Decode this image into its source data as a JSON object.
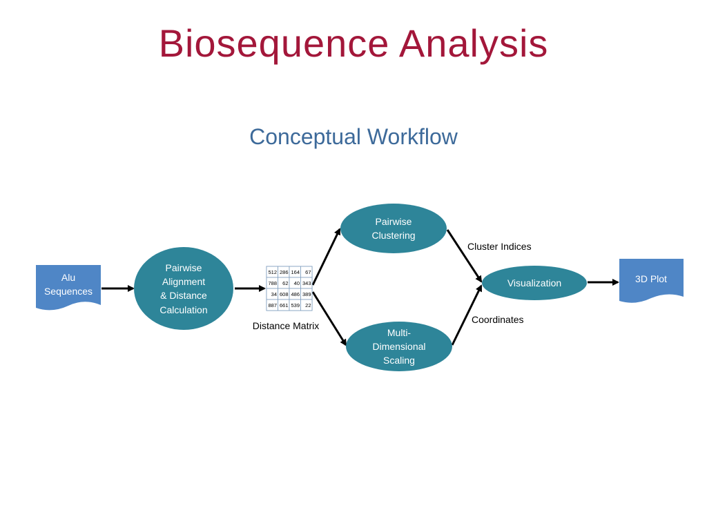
{
  "slide": {
    "title": "Biosequence Analysis",
    "subtitle": "Conceptual Workflow"
  },
  "colors": {
    "title": "#a3173a",
    "subtitle": "#3d6a9a",
    "process_node": "#2e8599",
    "document_node": "#4f86c6",
    "arrow": "#000000"
  },
  "nodes": {
    "alu_sequences": {
      "lines": [
        "Alu",
        "Sequences"
      ],
      "shape": "document"
    },
    "pairwise_alignment": {
      "lines": [
        "Pairwise",
        "Alignment",
        "& Distance",
        "Calculation"
      ],
      "shape": "ellipse"
    },
    "pairwise_clustering": {
      "lines": [
        "Pairwise",
        "Clustering"
      ],
      "shape": "ellipse"
    },
    "mds": {
      "lines": [
        "Multi-",
        "Dimensional",
        "Scaling"
      ],
      "shape": "ellipse"
    },
    "visualization": {
      "lines": [
        "Visualization"
      ],
      "shape": "ellipse"
    },
    "plot_3d": {
      "lines": [
        "3D Plot"
      ],
      "shape": "document"
    }
  },
  "labels": {
    "distance_matrix": "Distance Matrix",
    "cluster_indices": "Cluster Indices",
    "coordinates": "Coordinates"
  },
  "matrix": [
    [
      "512",
      "286",
      "164",
      "67"
    ],
    [
      "788",
      "62",
      "40",
      "343"
    ],
    [
      "34",
      "608",
      "486",
      "389"
    ],
    [
      "887",
      "661",
      "539",
      "22"
    ]
  ]
}
